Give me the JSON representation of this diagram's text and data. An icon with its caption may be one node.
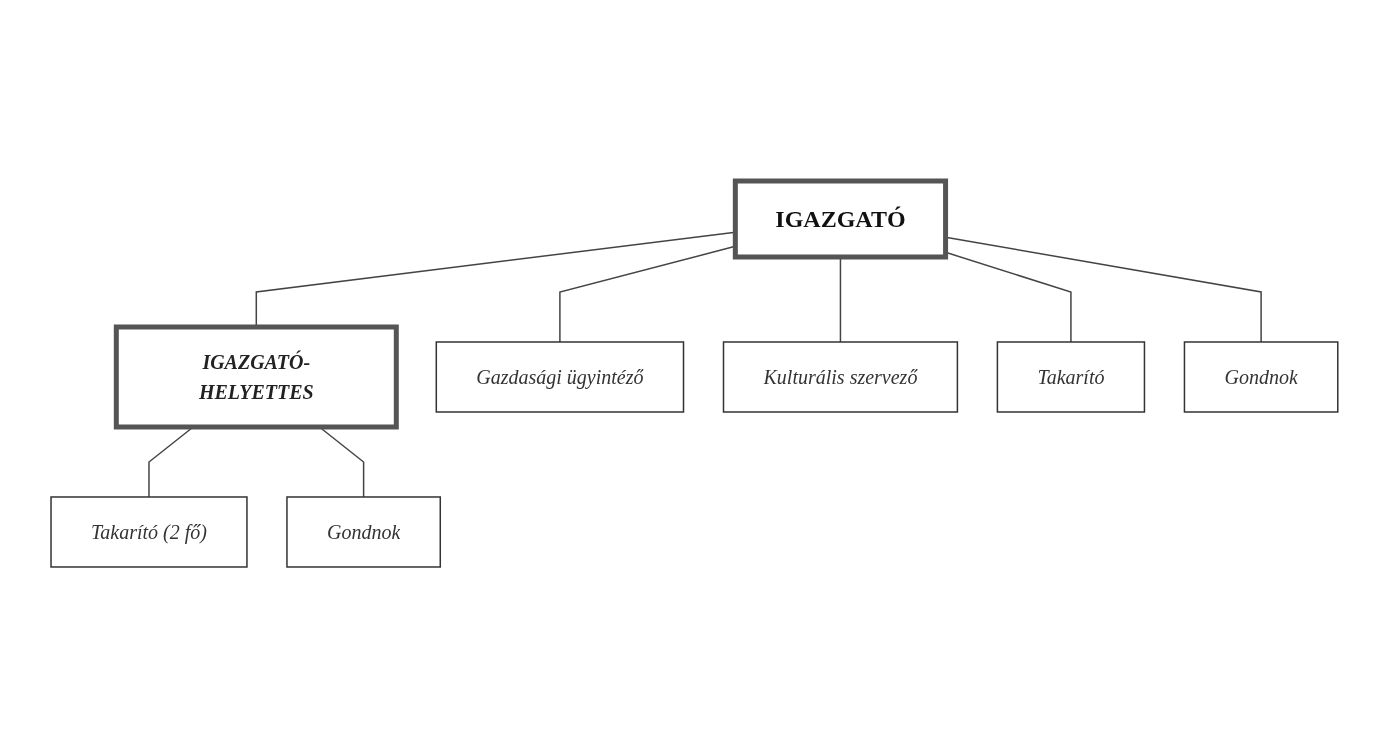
{
  "diagram": {
    "nodes": [
      {
        "text": [
          "IGAZGATÓ"
        ]
      },
      {
        "text": [
          "IGAZGATÓ-HELYETTES"
        ]
      },
      {
        "text": [
          "Takarító (2 fő)"
        ]
      },
      {
        "text": [
          "Gondnok"
        ]
      },
      {
        "text": [
          "Gazdasági ügyintéző"
        ]
      },
      {
        "text": [
          "Kulturális szervező"
        ]
      },
      {
        "text": [
          "Takarító"
        ]
      },
      {
        "text": [
          "Gondnok"
        ]
      }
    ],
    "edges": [
      {
        "from": 0,
        "to": 1,
        "arrow": "none"
      },
      {
        "from": 1,
        "to": 2,
        "arrow": "none"
      },
      {
        "from": 1,
        "to": 3,
        "arrow": "none"
      },
      {
        "from": 0,
        "to": 4,
        "arrow": "none"
      },
      {
        "from": 0,
        "to": 5,
        "arrow": "none"
      },
      {
        "from": 0,
        "to": 6,
        "arrow": "none"
      },
      {
        "from": 0,
        "to": 7,
        "arrow": "none"
      }
    ]
  }
}
